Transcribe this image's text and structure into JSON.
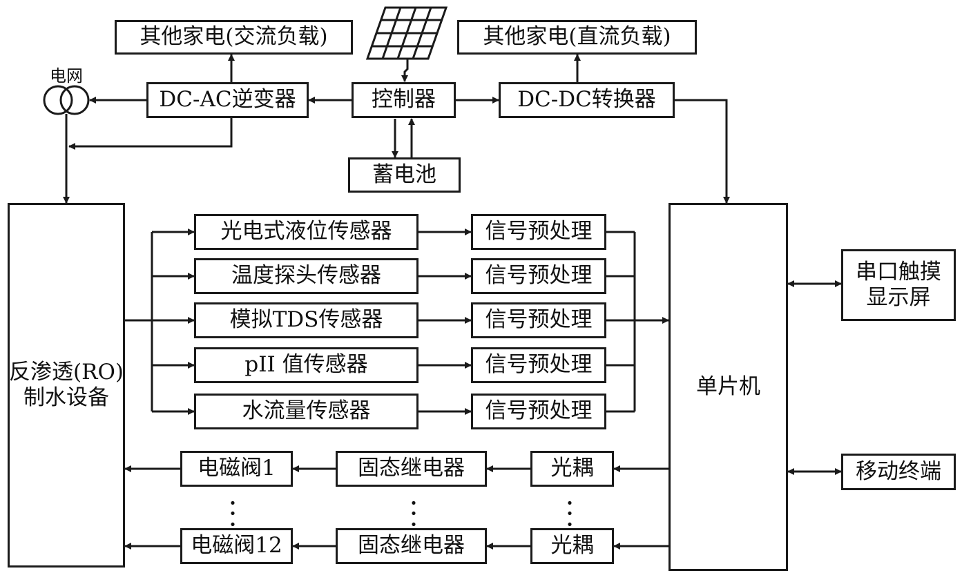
{
  "grid_label": "电网",
  "blocks": {
    "ac_load": "其他家电(交流负载)",
    "dc_load": "其他家电(直流负载)",
    "inverter": "DC-AC逆变器",
    "controller": "控制器",
    "dcdc": "DC-DC转换器",
    "battery": "蓄电池",
    "ro_line1": "反渗透(RO)",
    "ro_line2": "制水设备",
    "mcu": "单片机",
    "touch_line1": "串口触摸",
    "touch_line2": "显示屏",
    "mobile": "移动终端"
  },
  "sensors": [
    "光电式液位传感器",
    "温度探头传感器",
    "模拟TDS传感器",
    "pII 值传感器",
    "水流量传感器"
  ],
  "preprocess": [
    "信号预处理",
    "信号预处理",
    "信号预处理",
    "信号预处理",
    "信号预处理"
  ],
  "valves": [
    "电磁阀1",
    "电磁阀12"
  ],
  "relays": [
    "固态继电器",
    "固态继电器"
  ],
  "optos": [
    "光耦",
    "光耦"
  ]
}
